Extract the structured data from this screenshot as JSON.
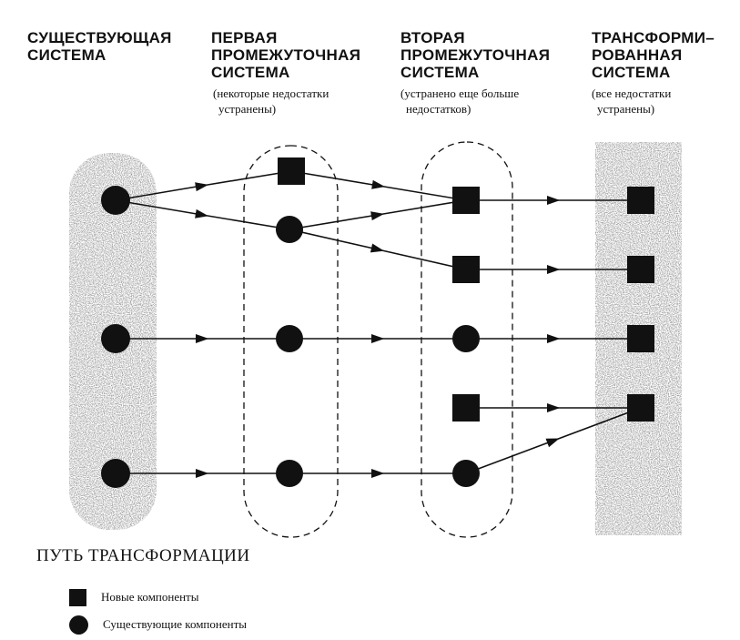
{
  "columns": [
    {
      "title_lines": [
        "СУЩЕСТВУЮЩАЯ",
        "СИСТЕМА"
      ],
      "note_lines": []
    },
    {
      "title_lines": [
        "ПЕРВАЯ",
        "ПРОМЕЖУТОЧНАЯ",
        "СИСТЕМА"
      ],
      "note_lines": [
        "(некоторые недостатки",
        "устранены)"
      ]
    },
    {
      "title_lines": [
        "ВТОРАЯ",
        "ПРОМЕЖУТОЧНАЯ",
        "СИСТЕМА"
      ],
      "note_lines": [
        "(устранено еще больше",
        "недостатков)"
      ]
    },
    {
      "title_lines": [
        "ТРАНСФОРМИ–",
        "РОВАННАЯ",
        "СИСТЕМА"
      ],
      "note_lines": [
        "(все недостатки",
        "устранены)"
      ]
    }
  ],
  "path_title": "ПУТЬ ТРАНСФОРМАЦИИ",
  "legend": {
    "new_label": "Новые компоненты",
    "existing_label": "Существующие компоненты"
  },
  "colors": {
    "ink": "#111111",
    "shade": "#9a9a9a"
  }
}
